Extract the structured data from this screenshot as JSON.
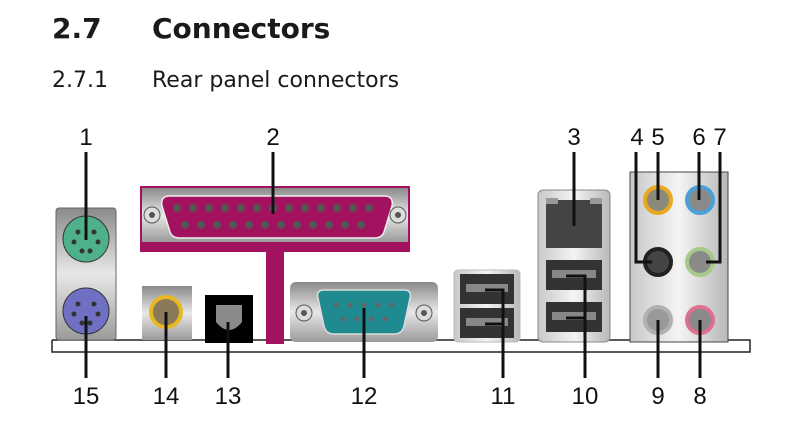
{
  "section": {
    "number": "2.7",
    "title": "Connectors"
  },
  "subsection": {
    "number": "2.7.1",
    "title": "Rear panel connectors"
  },
  "callouts": [
    "1",
    "2",
    "3",
    "4",
    "5",
    "6",
    "7",
    "8",
    "9",
    "10",
    "11",
    "12",
    "13",
    "14",
    "15"
  ],
  "colors": {
    "ps2_mouse": "#4fb08c",
    "ps2_keyboard": "#6f6fc4",
    "parallel": "#a3125f",
    "serial": "#1f8a8f",
    "coaxial_spdif": "#e8b820",
    "audio_orange": "#e8a820",
    "audio_blue": "#4aa0d8",
    "audio_green": "#a7c98a",
    "audio_pink": "#e0708f",
    "audio_gray": "#b0b0b0",
    "audio_black": "#222222"
  }
}
